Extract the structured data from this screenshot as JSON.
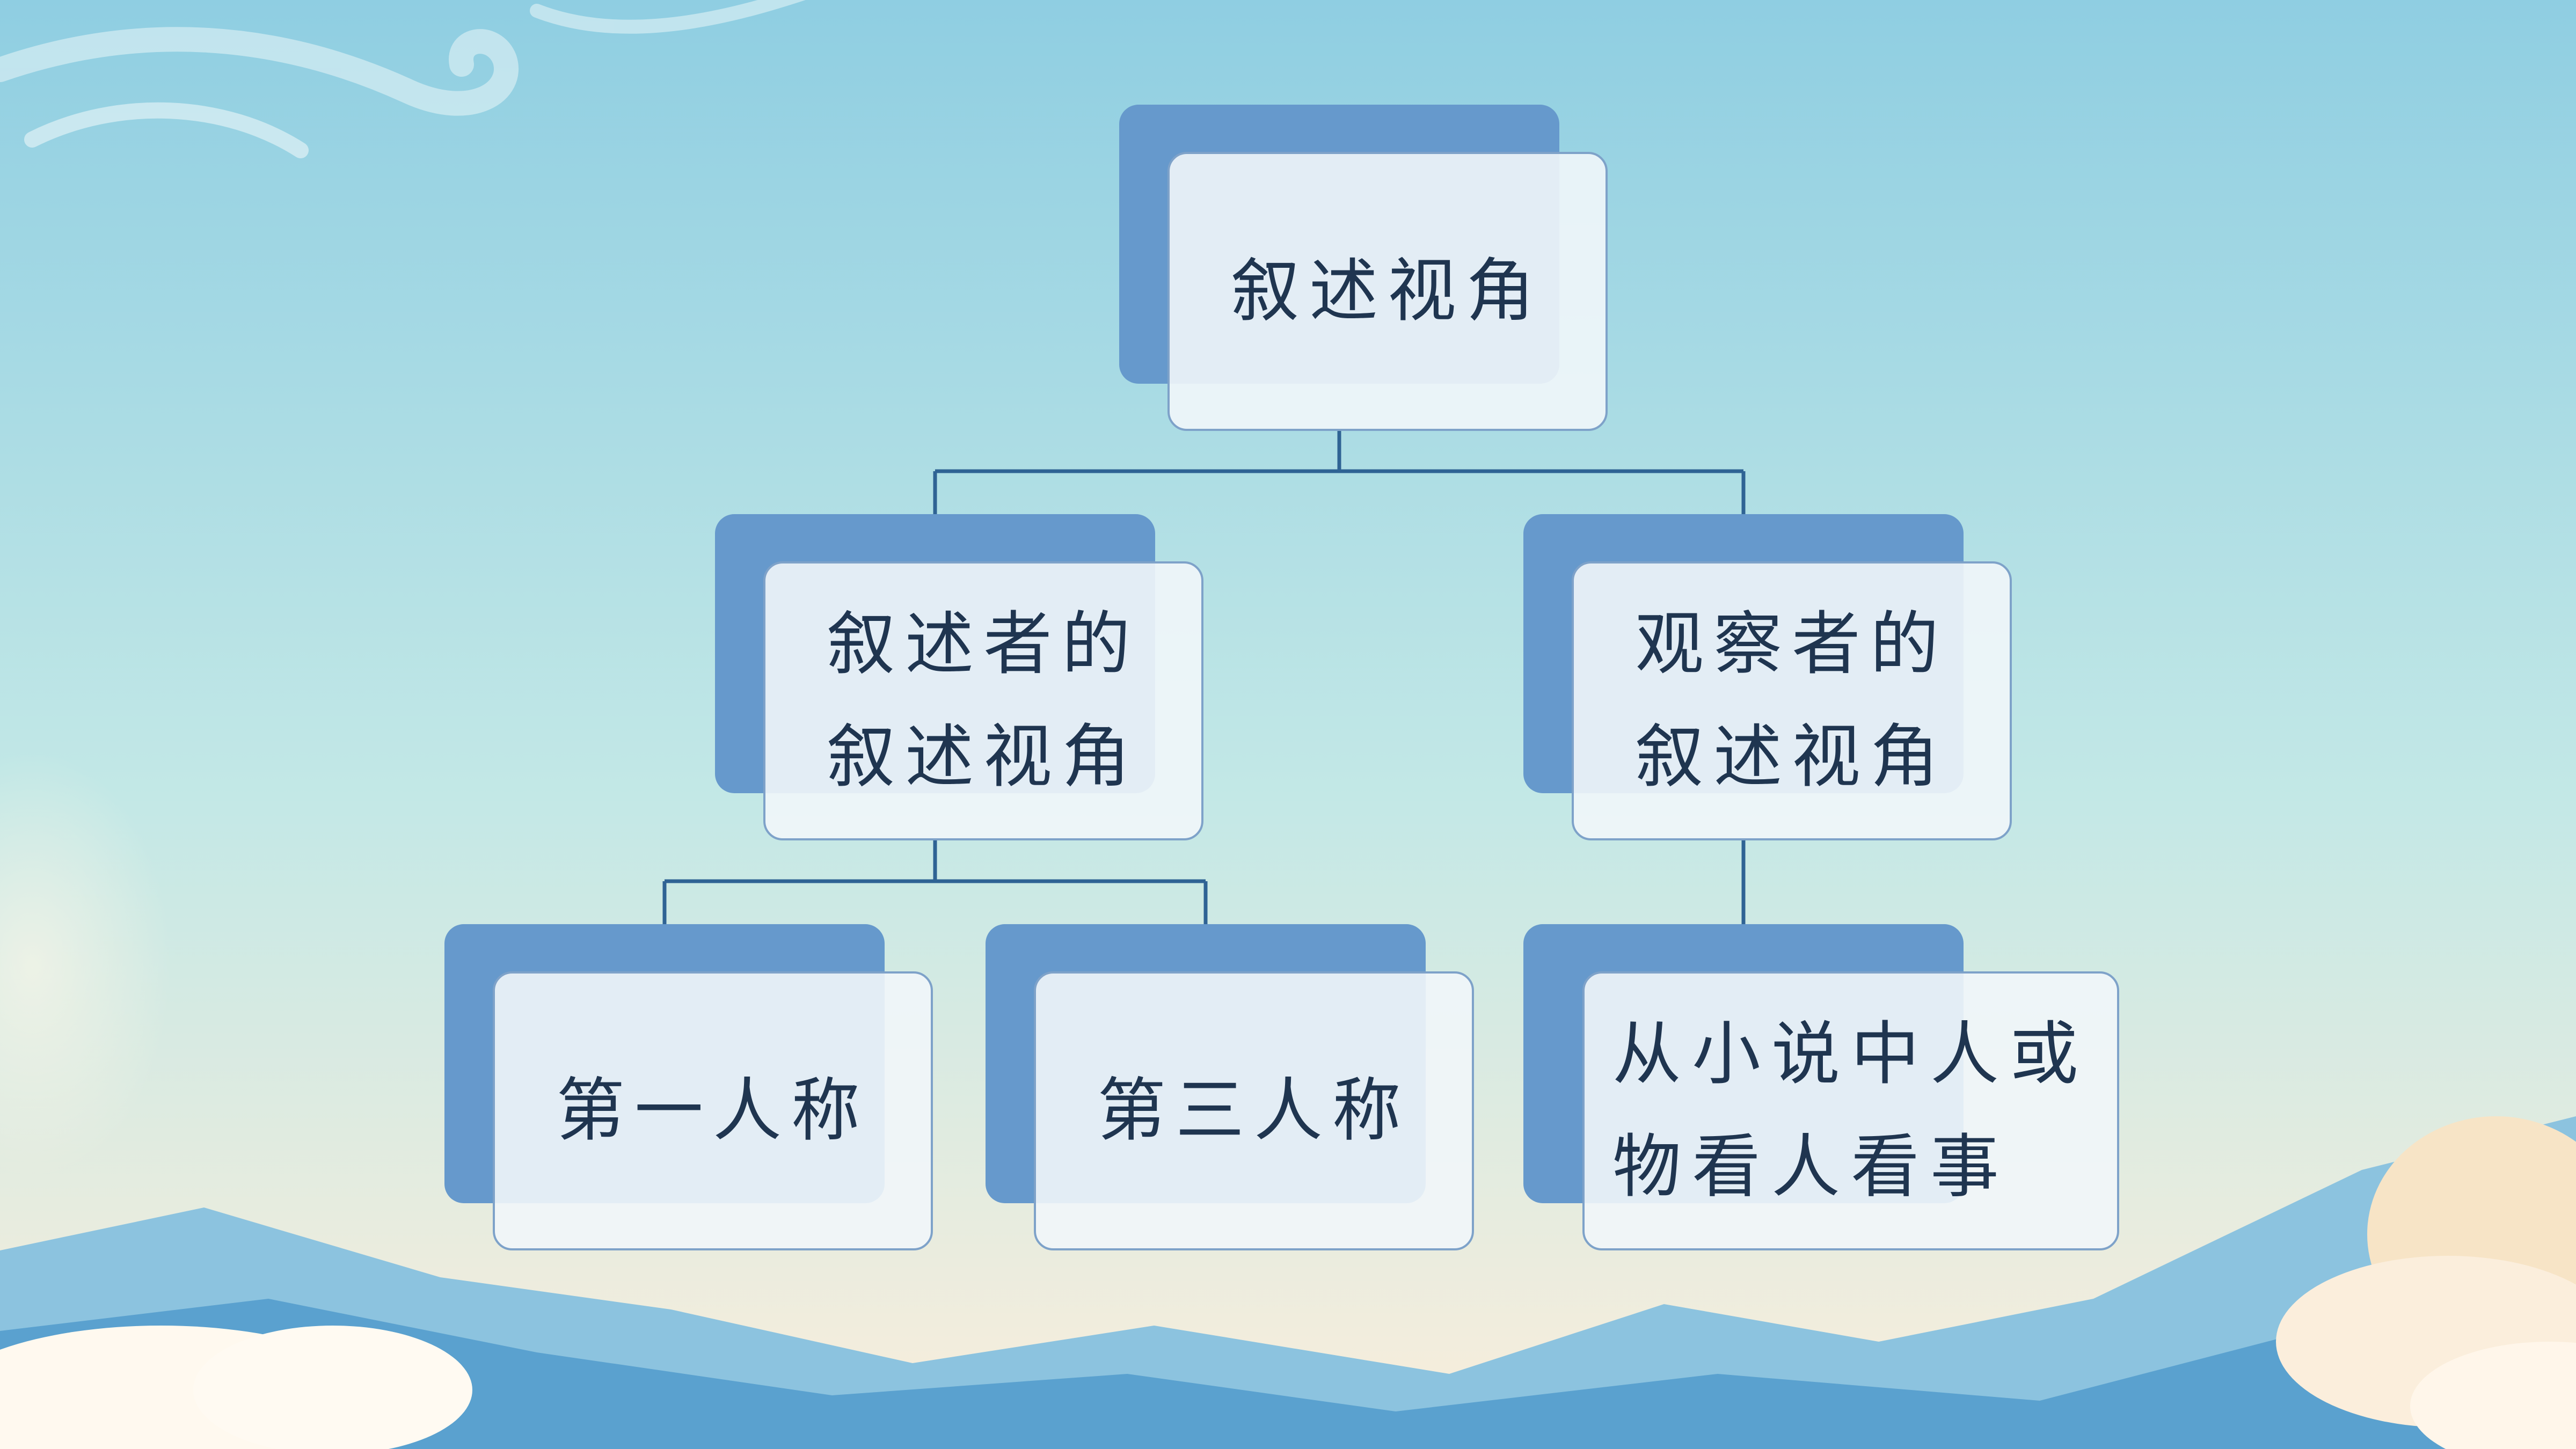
{
  "colors": {
    "sky_top": "#8fcee2",
    "sky_mid": "#bfe7e6",
    "sky_bottom": "#fbeedb",
    "back_box": "#6699cc",
    "front_box": "#f1f6fa",
    "connector": "#2f6394",
    "text": "#1f3550"
  },
  "diagram": {
    "root": {
      "lines": [
        "叙述视角"
      ]
    },
    "narrator": {
      "lines": [
        "叙述者的",
        "叙述视角"
      ]
    },
    "observer": {
      "lines": [
        "观察者的",
        "叙述视角"
      ]
    },
    "first_person": {
      "lines": [
        "第一人称"
      ]
    },
    "third_person": {
      "lines": [
        "第三人称"
      ]
    },
    "character_view": {
      "lines": [
        "从小说中人或",
        "物看人看事"
      ]
    }
  }
}
